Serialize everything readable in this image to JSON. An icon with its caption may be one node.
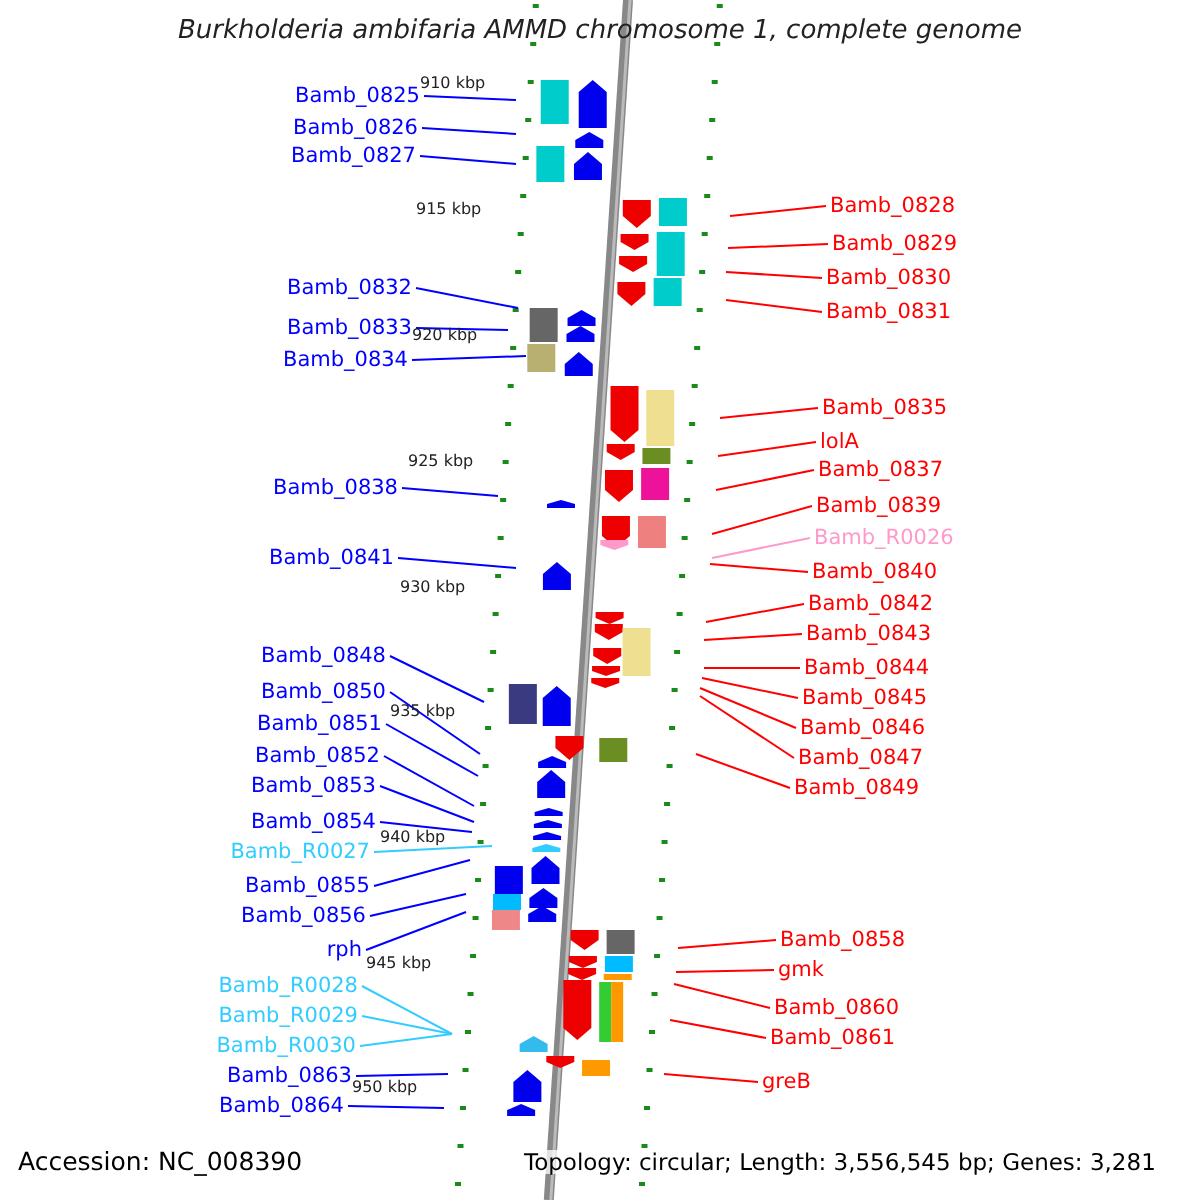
{
  "diagram": {
    "title": "Burkholderia ambifaria AMMD chromosome 1, complete genome",
    "nodes": [
      {
        "text": [
          "Bamb_0825"
        ]
      },
      {
        "text": [
          "Bamb_0826"
        ]
      },
      {
        "text": [
          "Bamb_0827"
        ]
      },
      {
        "text": [
          "Bamb_0828"
        ]
      },
      {
        "text": [
          "Bamb_0829"
        ]
      },
      {
        "text": [
          "Bamb_0830"
        ]
      },
      {
        "text": [
          "Bamb_0832"
        ]
      },
      {
        "text": [
          "Bamb_0831"
        ]
      },
      {
        "text": [
          "Bamb_0833"
        ]
      },
      {
        "text": [
          "Bamb_0834"
        ]
      },
      {
        "text": [
          "Bamb_0835"
        ]
      },
      {
        "text": [
          "lolA"
        ]
      },
      {
        "text": [
          "Bamb_0837"
        ]
      },
      {
        "text": [
          "Bamb_0838"
        ]
      },
      {
        "text": [
          "Bamb_0839"
        ]
      },
      {
        "text": [
          "Bamb_R0026"
        ]
      },
      {
        "text": [
          "Bamb_0841"
        ]
      },
      {
        "text": [
          "Bamb_0840"
        ]
      },
      {
        "text": [
          "Bamb_0842"
        ]
      },
      {
        "text": [
          "Bamb_0843"
        ]
      },
      {
        "text": [
          "Bamb_0848"
        ]
      },
      {
        "text": [
          "Bamb_0844"
        ]
      },
      {
        "text": [
          "Bamb_0850"
        ]
      },
      {
        "text": [
          "Bamb_0845"
        ]
      },
      {
        "text": [
          "Bamb_0851"
        ]
      },
      {
        "text": [
          "Bamb_0846"
        ]
      },
      {
        "text": [
          "Bamb_0852"
        ]
      },
      {
        "text": [
          "Bamb_0847"
        ]
      },
      {
        "text": [
          "Bamb_0853"
        ]
      },
      {
        "text": [
          "Bamb_0849"
        ]
      },
      {
        "text": [
          "Bamb_0854"
        ]
      },
      {
        "text": [
          "Bamb_R0027"
        ]
      },
      {
        "text": [
          "Bamb_0855"
        ]
      },
      {
        "text": [
          "Bamb_0856"
        ]
      },
      {
        "text": [
          "Bamb_0858"
        ]
      },
      {
        "text": [
          "rph"
        ]
      },
      {
        "text": [
          "gmk"
        ]
      },
      {
        "text": [
          "Bamb_R0028"
        ]
      },
      {
        "text": [
          "Bamb_0860"
        ]
      },
      {
        "text": [
          "Bamb_R0029"
        ]
      },
      {
        "text": [
          "Bamb_0861"
        ]
      },
      {
        "text": [
          "Bamb_R0030"
        ]
      },
      {
        "text": [
          "Bamb_0863"
        ]
      },
      {
        "text": [
          "greB"
        ]
      },
      {
        "text": [
          "Bamb_0864"
        ]
      }
    ],
    "edges": [
      {
        "from": 0,
        "to": null,
        "arrow": "none",
        "color": "#0000ff"
      },
      {
        "from": 1,
        "to": null,
        "arrow": "none",
        "color": "#0000ff"
      },
      {
        "from": 2,
        "to": null,
        "arrow": "none",
        "color": "#0000ff"
      },
      {
        "from": 3,
        "to": null,
        "arrow": "none"
      },
      {
        "from": 4,
        "to": null,
        "arrow": "none"
      },
      {
        "from": 5,
        "to": null,
        "arrow": "none"
      },
      {
        "from": 6,
        "to": null,
        "arrow": "none",
        "color": "#0000ff"
      },
      {
        "from": 7,
        "to": null,
        "arrow": "none"
      },
      {
        "from": 8,
        "to": null,
        "arrow": "none",
        "color": "#0000ff"
      },
      {
        "from": 9,
        "to": null,
        "arrow": "none",
        "color": "#0000ff"
      },
      {
        "from": 10,
        "to": null,
        "arrow": "none"
      },
      {
        "from": 11,
        "to": null,
        "arrow": "none"
      },
      {
        "from": 12,
        "to": null,
        "arrow": "none"
      },
      {
        "from": 13,
        "to": null,
        "arrow": "none",
        "color": "#0000ff"
      },
      {
        "from": 14,
        "to": null,
        "arrow": "none"
      },
      {
        "from": 15,
        "to": null,
        "arrow": "none",
        "color": "#ff99cc"
      },
      {
        "from": 16,
        "to": null,
        "arrow": "none",
        "color": "#0000ff"
      },
      {
        "from": 17,
        "to": null,
        "arrow": "none"
      },
      {
        "from": 18,
        "to": null,
        "arrow": "none"
      },
      {
        "from": 19,
        "to": null,
        "arrow": "none"
      },
      {
        "from": 20,
        "to": null,
        "arrow": "none",
        "color": "#0000ff"
      },
      {
        "from": 21,
        "to": null,
        "arrow": "none"
      },
      {
        "from": 22,
        "to": null,
        "arrow": "none",
        "color": "#0000ff"
      },
      {
        "from": 23,
        "to": null,
        "arrow": "none"
      },
      {
        "from": 24,
        "to": null,
        "arrow": "none",
        "color": "#0000ff"
      },
      {
        "from": 25,
        "to": null,
        "arrow": "none"
      },
      {
        "from": 26,
        "to": null,
        "arrow": "none",
        "color": "#0000ff"
      },
      {
        "from": 27,
        "to": null,
        "arrow": "none"
      },
      {
        "from": 28,
        "to": null,
        "arrow": "none",
        "color": "#0000ff"
      },
      {
        "from": 29,
        "to": null,
        "arrow": "none"
      },
      {
        "from": 30,
        "to": null,
        "arrow": "none",
        "color": "#0000ff"
      },
      {
        "from": 31,
        "to": null,
        "arrow": "none",
        "color": "#33ccff"
      },
      {
        "from": 32,
        "to": null,
        "arrow": "none",
        "color": "#0000ff"
      },
      {
        "from": 33,
        "to": null,
        "arrow": "none",
        "color": "#0000ff"
      },
      {
        "from": 34,
        "to": null,
        "arrow": "none"
      },
      {
        "from": 35,
        "to": null,
        "arrow": "none",
        "color": "#0000ff"
      },
      {
        "from": 36,
        "to": null,
        "arrow": "none"
      },
      {
        "from": 37,
        "to": null,
        "arrow": "none",
        "color": "#33ccff"
      },
      {
        "from": 38,
        "to": null,
        "arrow": "none"
      },
      {
        "from": 39,
        "to": null,
        "arrow": "none",
        "color": "#33ccff"
      },
      {
        "from": 40,
        "to": null,
        "arrow": "none"
      },
      {
        "from": 41,
        "to": null,
        "arrow": "none",
        "color": "#33ccff"
      },
      {
        "from": 42,
        "to": null,
        "arrow": "none",
        "color": "#0000ff"
      },
      {
        "from": 43,
        "to": null,
        "arrow": "none"
      },
      {
        "from": 44,
        "to": null,
        "arrow": "none",
        "color": "#0000ff"
      }
    ],
    "labels": [
      "910 kbp",
      "915 kbp",
      "920 kbp",
      "925 kbp",
      "930 kbp",
      "935 kbp",
      "940 kbp",
      "945 kbp",
      "950 kbp",
      "Accession: NC_008390",
      "Topology: circular; Length: 3,556,545 bp; Genes: 3,281"
    ]
  }
}
